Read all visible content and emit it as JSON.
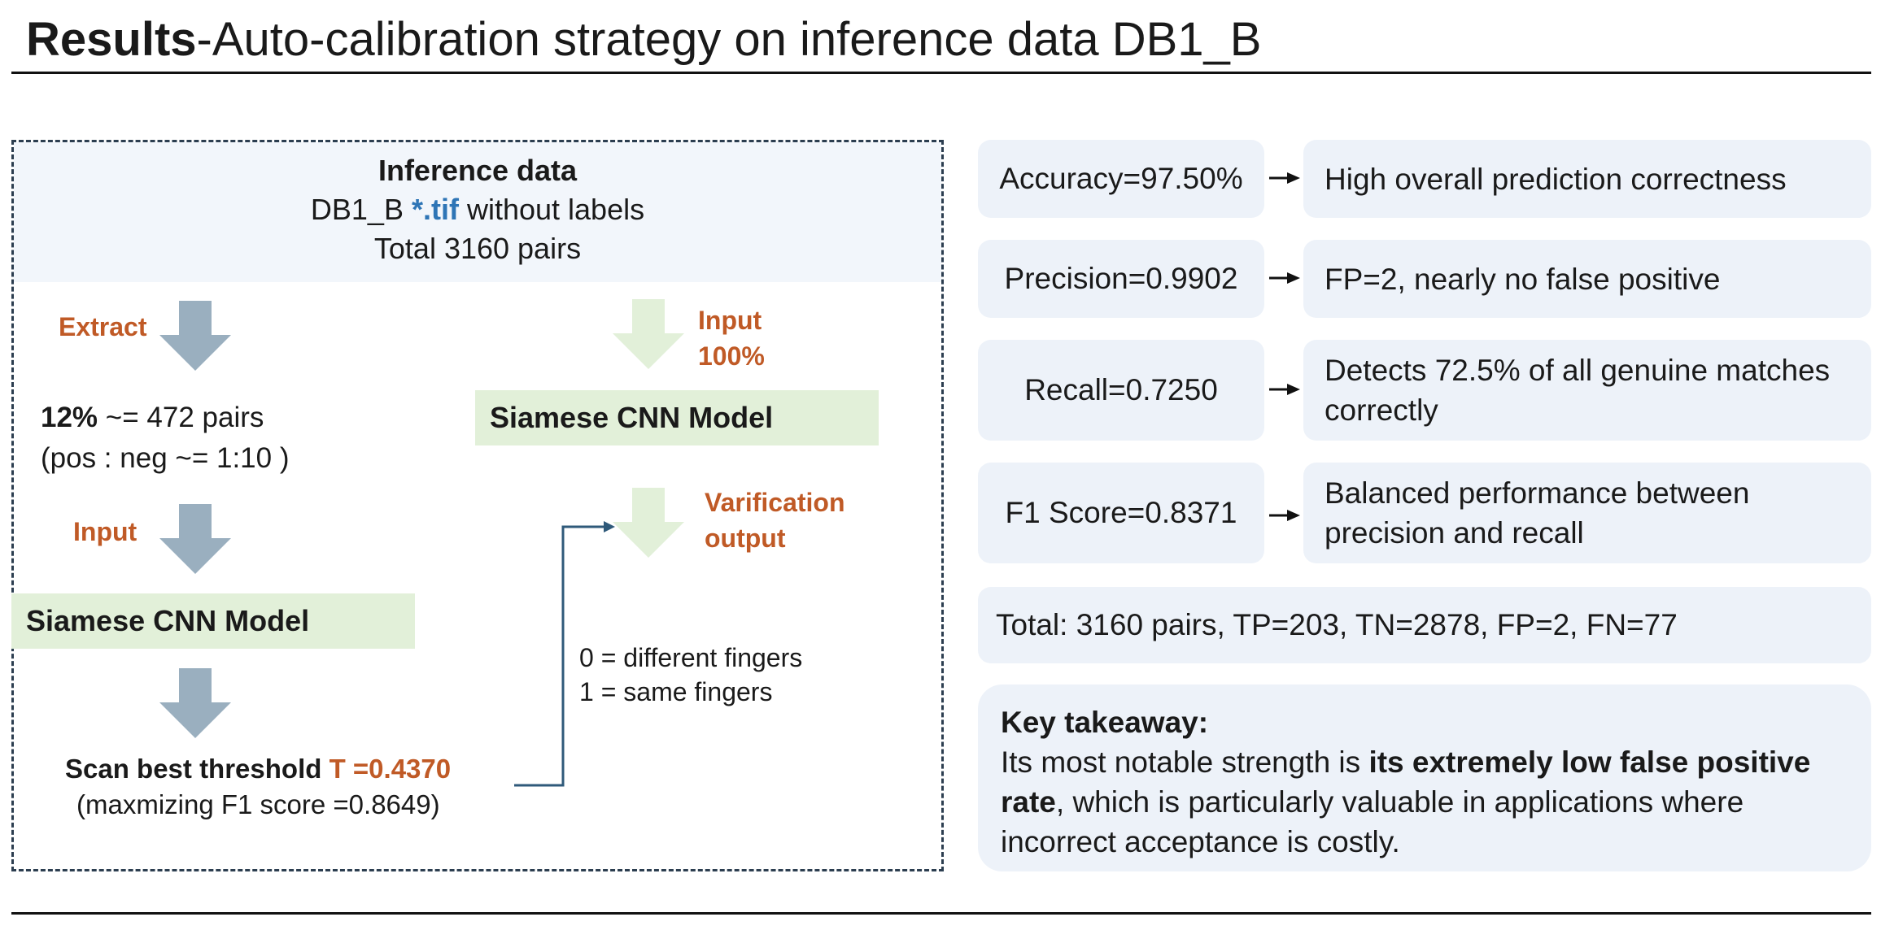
{
  "title": {
    "bold": "Results",
    "rest": "-Auto-calibration strategy  on inference data DB1_B"
  },
  "inference": {
    "heading": "Inference data",
    "line2_prefix": "DB1_B ",
    "line2_tif": "*.tif",
    "line2_suffix": "  without labels",
    "line3": "Total 3160 pairs"
  },
  "left_flow": {
    "extract_label": "Extract",
    "sample_pct": "12%",
    "sample_text": " ~= 472 pairs",
    "ratio": "(pos : neg ~= 1:10 )",
    "input_label": "Input",
    "model": "Siamese CNN Model",
    "scan_prefix": "Scan best threshold ",
    "scan_threshold": "T =0.4370",
    "scan_note": "(maxmizing F1 score =0.8649)"
  },
  "right_flow": {
    "input_label_1": "Input",
    "input_label_2": "100%",
    "model": "Siamese CNN Model",
    "output_label_1": "Varification",
    "output_label_2": "output",
    "output_0": "0 = different fingers",
    "output_1": "1 = same fingers"
  },
  "metrics": [
    {
      "metric": "Accuracy=97.50%",
      "desc": "High overall prediction correctness"
    },
    {
      "metric": "Precision=0.9902",
      "desc": "FP=2, nearly no false positive"
    },
    {
      "metric": "Recall=0.7250",
      "desc": "Detects 72.5% of all genuine matches correctly"
    },
    {
      "metric": "F1 Score=0.8371",
      "desc": "Balanced performance between precision and recall"
    }
  ],
  "total": "Total: 3160 pairs, TP=203, TN=2878, FP=2, FN=77",
  "takeaway": {
    "heading": "Key takeaway:",
    "pre": "Its most notable strength is ",
    "bold": "its extremely low false positive rate",
    "post": ", which is particularly valuable in applications where incorrect acceptance is costly."
  },
  "colors": {
    "accent_orange": "#c05a26",
    "accent_blue": "#2e75b6",
    "arrow_gray": "#9aafbf",
    "arrow_green": "#e2f0d9",
    "box_fill": "#edf2f9",
    "model_fill": "#e2f0d9"
  }
}
